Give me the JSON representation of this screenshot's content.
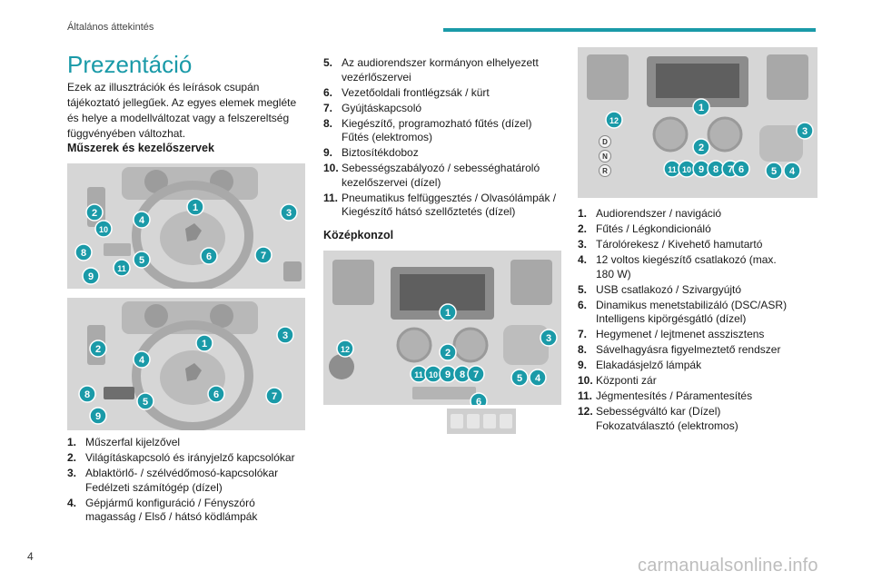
{
  "header": {
    "title": "Általános áttekintés",
    "accent_color": "#1a9aa8"
  },
  "page": {
    "title": "Prezentáció",
    "number": "4"
  },
  "intro": "Ezek az illusztrációk és leírások csupán tájékoztató jellegűek. Az egyes elemek megléte és helye a modellváltozat vagy a felszereltség függvényében változhat.",
  "section1": {
    "heading": "Műszerek és kezelőszervek",
    "items": [
      {
        "n": "1.",
        "t": "Műszerfal kijelzővel",
        "t2": ""
      },
      {
        "n": "2.",
        "t": "Világításkapcsoló és irányjelző kapcsolókar",
        "t2": ""
      },
      {
        "n": "3.",
        "t": "Ablaktörlő- / szélvédőmosó-kapcsolókar",
        "t2": "Fedélzeti számítógép (dízel)"
      },
      {
        "n": "4.",
        "t": "Gépjármű konfiguráció / Fényszóró",
        "t2": "magasság / Első / hátsó ködlámpák"
      },
      {
        "n": "5.",
        "t": "Az audiorendszer kormányon elhelyezett",
        "t2": "vezérlőszervei"
      },
      {
        "n": "6.",
        "t": "Vezetőoldali frontlégzsák / kürt",
        "t2": ""
      },
      {
        "n": "7.",
        "t": "Gyújtáskapcsoló",
        "t2": ""
      },
      {
        "n": "8.",
        "t": "Kiegészítő, programozható fűtés (dízel)",
        "t2": "Fűtés (elektromos)"
      },
      {
        "n": "9.",
        "t": "Biztosítékdoboz",
        "t2": ""
      },
      {
        "n": "10.",
        "t": "Sebességszabályozó / sebességhatároló",
        "t2": "kezelőszervei (dízel)"
      },
      {
        "n": "11.",
        "t": "Pneumatikus felfüggesztés / Olvasólámpák /",
        "t2": "Kiegészítő hátsó szellőztetés (dízel)"
      }
    ],
    "fig1_badges": [
      "1",
      "2",
      "10",
      "4",
      "3",
      "8",
      "5",
      "11",
      "6",
      "7",
      "9"
    ],
    "fig2_badges": [
      "1",
      "2",
      "3",
      "4",
      "8",
      "5",
      "6",
      "7",
      "9"
    ]
  },
  "section2": {
    "heading": "Középkonzol",
    "items": [
      {
        "n": "1.",
        "t": "Audiorendszer / navigáció",
        "t2": ""
      },
      {
        "n": "2.",
        "t": "Fűtés / Légkondicionáló",
        "t2": ""
      },
      {
        "n": "3.",
        "t": "Tárolórekesz / Kivehető hamutartó",
        "t2": ""
      },
      {
        "n": "4.",
        "t": "12 voltos kiegészítő csatlakozó (max.",
        "t2": "180 W)"
      },
      {
        "n": "5.",
        "t": "USB csatlakozó / Szivargyújtó",
        "t2": ""
      },
      {
        "n": "6.",
        "t": "Dinamikus menetstabilizáló (DSC/ASR)",
        "t2": "Intelligens kipörgésgátló (dízel)"
      },
      {
        "n": "7.",
        "t": "Hegymenet / lejtmenet asszisztens",
        "t2": ""
      },
      {
        "n": "8.",
        "t": "Sávelhagyásra figyelmeztető rendszer",
        "t2": ""
      },
      {
        "n": "9.",
        "t": "Elakadásjelző lámpák",
        "t2": ""
      },
      {
        "n": "10.",
        "t": "Központi zár",
        "t2": ""
      },
      {
        "n": "11.",
        "t": "Jégmentesítés / Páramentesítés",
        "t2": ""
      },
      {
        "n": "12.",
        "t": "Sebességváltó kar (Dízel)",
        "t2": "Fokozatválasztó (elektromos)"
      }
    ],
    "fig3_badges": [
      "1",
      "2",
      "3",
      "12",
      "11",
      "10",
      "9",
      "8",
      "7",
      "5",
      "4",
      "6"
    ],
    "fig4_badges": [
      "1",
      "12",
      "3",
      "2",
      "11",
      "10",
      "9",
      "8",
      "7",
      "6",
      "5",
      "4"
    ],
    "fig4_buttons": [
      "D",
      "N",
      "R"
    ]
  },
  "watermark": "carmanualsonline.info"
}
